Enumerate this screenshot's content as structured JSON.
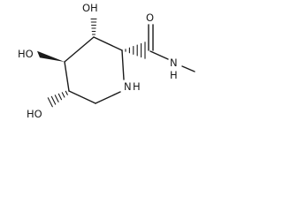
{
  "labels": {
    "oh_top": "OH",
    "oh_left": "HO",
    "oh_bottom": "HO",
    "carbonyl_o": "O",
    "amide_nh": "N",
    "amide_h": "H",
    "ring_nh": "N",
    "ring_h": "H"
  }
}
